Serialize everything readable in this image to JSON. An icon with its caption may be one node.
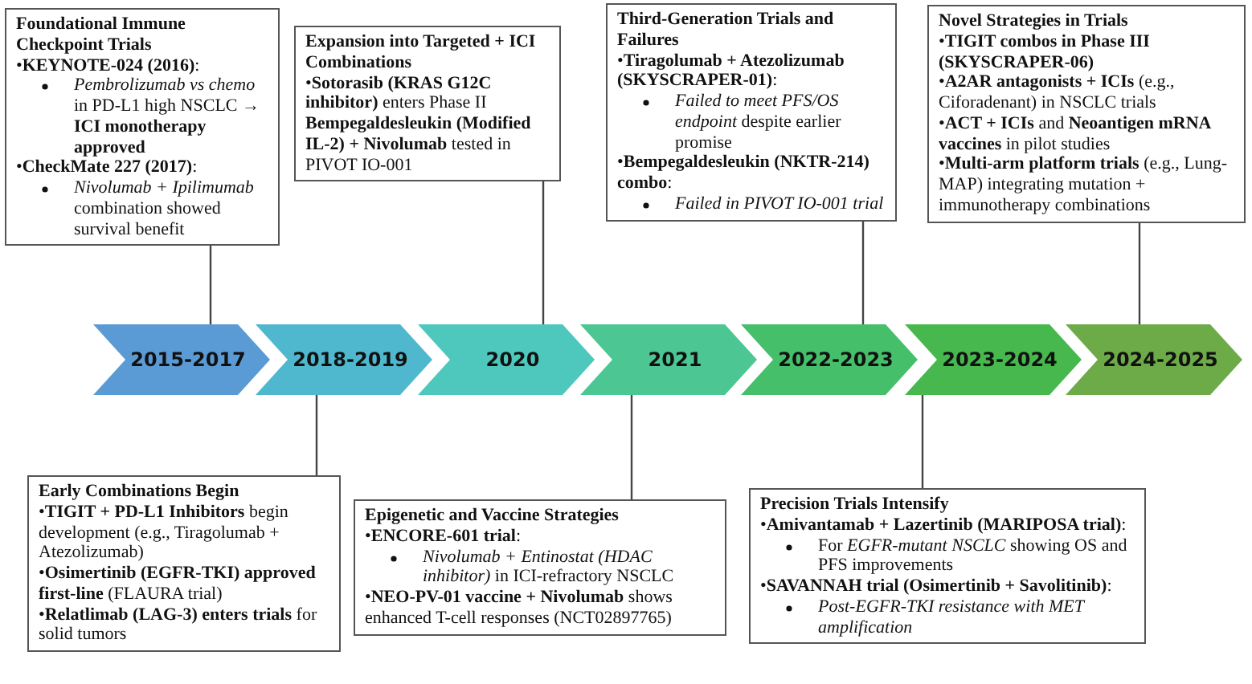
{
  "diagram": {
    "nodes": [
      {
        "text": [
          "Foundational Immune Checkpoint Trials",
          "•**KEYNOTE-024 (2016)**:",
          "*Pembrolizumab vs chemo* in PD-L1 high NSCLC → **ICI monotherapy approved**",
          "•**CheckMate 227 (2017)**:",
          "*Nivolumab + Ipilimumab* combination showed survival benefit"
        ]
      },
      {
        "text": [
          "Expansion into Targeted + ICI Combinations",
          "•**Sotorasib (KRAS G12C inhibitor)** enters Phase II",
          "**Bempegaldesleukin (Modified IL-2) + Nivolumab** tested in PIVOT IO-001"
        ]
      },
      {
        "text": [
          "Third-Generation Trials and Failures",
          "•**Tiragolumab + Atezolizumab (SKYSCRAPER-01)**:",
          "*Failed to meet PFS/OS endpoint* despite earlier promise",
          "•**Bempegaldesleukin (NKTR-214) combo**:",
          "Failed in PIVOT IO-001 trial"
        ]
      },
      {
        "text": [
          "Novel Strategies in Trials",
          "•**TIGIT combos in Phase III (SKYSCRAPER-06)**",
          "•**A2AR antagonists + ICIs** (e.g., Ciforadenant) in NSCLC trials",
          "•**ACT + ICIs** and **Neoantigen mRNA vaccines** in pilot studies",
          "•**Multi-arm platform trials** (e.g., Lung-MAP) integrating mutation + immunotherapy combinations"
        ]
      },
      {
        "text": [
          "2015-2017"
        ]
      },
      {
        "text": [
          "2018-2019"
        ]
      },
      {
        "text": [
          "2020"
        ]
      },
      {
        "text": [
          "2021"
        ]
      },
      {
        "text": [
          "2022-2023"
        ]
      },
      {
        "text": [
          "2023-2024"
        ]
      },
      {
        "text": [
          "2024-2025"
        ]
      },
      {
        "text": [
          "Early Combinations Begin",
          "•**TIGIT + PD-L1 Inhibitors** begin development (e.g., Tiragolumab + Atezolizumab)",
          "•**Osimertinib (EGFR-TKI) approved first-line** (FLAURA trial)",
          "•**Relatlimab (LAG-3) enters trials** for solid tumors"
        ]
      },
      {
        "text": [
          "Epigenetic and Vaccine Strategies",
          "•**ENCORE-601 trial**:",
          "*Nivolumab + Entinostat (HDAC inhibitor)* in ICI-refractory NSCLC",
          "•**NEO-PV-01 vaccine + Nivolumab** shows enhanced T-cell responses (NCT02897765)"
        ]
      },
      {
        "text": [
          "Precision Trials Intensify",
          "•**Amivantamab + Lazertinib (MARIPOSA trial)**:",
          "For *EGFR-mutant NSCLC* showing OS and PFS improvements",
          "•**SAVANNAH trial (Osimertinib + Savolitinib)**:",
          "Post-EGFR-TKI resistance with MET amplification"
        ]
      }
    ],
    "edges": [
      {
        "from": 0,
        "to": 4,
        "arrow": "none"
      },
      {
        "from": 1,
        "to": 6,
        "arrow": "none"
      },
      {
        "from": 2,
        "to": 8,
        "arrow": "none"
      },
      {
        "from": 3,
        "to": 10,
        "arrow": "none"
      },
      {
        "from": 5,
        "to": 11,
        "arrow": "none"
      },
      {
        "from": 7,
        "to": 12,
        "arrow": "none"
      },
      {
        "from": 9,
        "to": 13,
        "arrow": "none"
      }
    ]
  }
}
